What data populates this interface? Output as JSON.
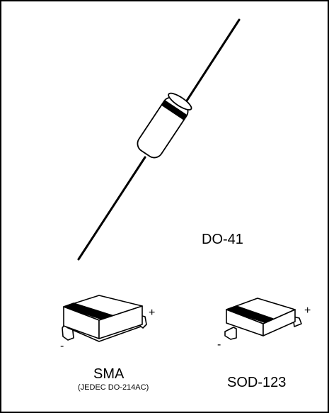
{
  "packages": {
    "do41": {
      "label": "DO-41"
    },
    "sma": {
      "label": "SMA",
      "sublabel": "(JEDEC DO-214AC)",
      "plus": "+",
      "minus": "-"
    },
    "sod123": {
      "label": "SOD-123",
      "plus": "+",
      "minus": "-"
    }
  },
  "colors": {
    "line": "#000000",
    "background": "#ffffff",
    "band": "#000000"
  }
}
